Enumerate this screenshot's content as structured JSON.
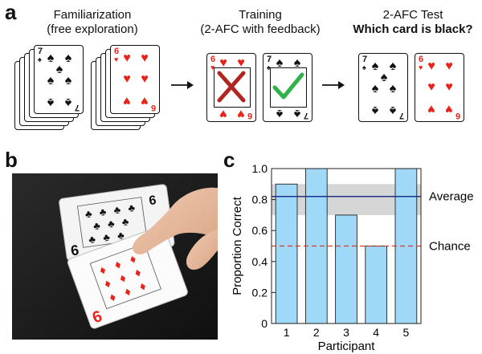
{
  "panels": {
    "a": "a",
    "b": "b",
    "c": "c"
  },
  "stage1": {
    "title": "Familiarization",
    "subtitle": "(free exploration)"
  },
  "stage2": {
    "title": "Training",
    "subtitle": "(2-AFC with feedback)"
  },
  "stage3": {
    "title": "2-AFC Test",
    "subtitle": "Which card is black?"
  },
  "cards": {
    "black_value": "7",
    "black_suit": "♠",
    "red_value": "6",
    "red_suit": "♥"
  },
  "icons": {
    "arrow": "right-arrow-icon",
    "wrong": "x-mark-icon",
    "right": "check-mark-icon"
  },
  "colors": {
    "red": "#e8231a",
    "wrong_mark": "#b0261f",
    "right_mark": "#2db34a",
    "bar": "#9fd9f7",
    "average_line": "#1f2f8a",
    "chance_line": "#d43a2e",
    "band": "#d6d6d6"
  },
  "chart_data": {
    "type": "bar",
    "categories": [
      "1",
      "2",
      "3",
      "4",
      "5"
    ],
    "values": [
      0.9,
      1.0,
      0.7,
      0.5,
      1.0
    ],
    "xlabel": "Participant",
    "ylabel": "Proportion Correct",
    "ylim": [
      0,
      1.0
    ],
    "yticks": [
      "0",
      "0.2",
      "0.4",
      "0.6",
      "0.8",
      "1.0"
    ],
    "grid": false,
    "reference_lines": [
      {
        "name": "Average",
        "value": 0.82,
        "band": [
          0.7,
          0.9
        ],
        "style": "solid"
      },
      {
        "name": "Chance",
        "value": 0.5,
        "style": "dashed"
      }
    ]
  }
}
